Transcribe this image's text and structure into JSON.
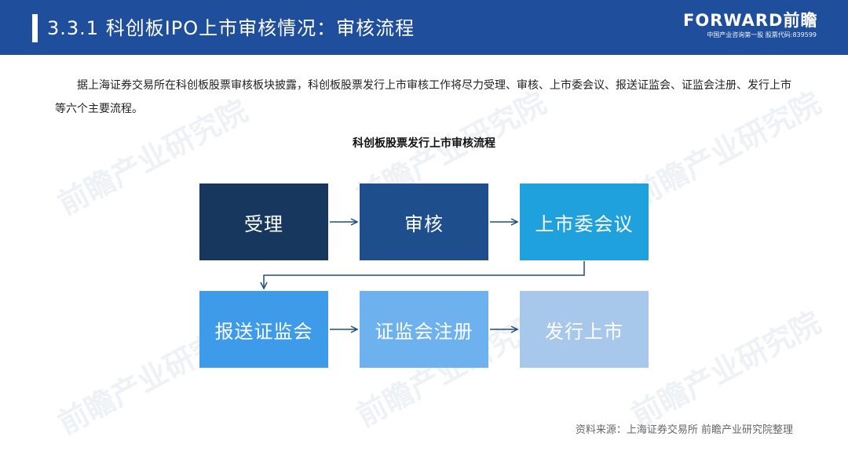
{
  "header": {
    "title": "3.3.1 科创板IPO上市审核情况：审核流程",
    "brand_name": "FORWARD前瞻",
    "brand_sub": "中国产业咨询第一股  股票代码:839599"
  },
  "intro": "据上海证券交易所在科创板股票审核板块披露，科创板股票发行上市审核工作将尽力受理、审核、上市委会议、报送证监会、证监会注册、发行上市等六个主要流程。",
  "diagram": {
    "title": "科创板股票发行上市审核流程",
    "steps": [
      {
        "label": "受理",
        "color": "#17375e"
      },
      {
        "label": "审核",
        "color": "#1f4e8c"
      },
      {
        "label": "上市委会议",
        "color": "#1ea1dc"
      },
      {
        "label": "报送证监会",
        "color": "#3d9be9"
      },
      {
        "label": "证监会注册",
        "color": "#6eb1ef"
      },
      {
        "label": "发行上市",
        "color": "#a7c8ea"
      }
    ],
    "arrow_color": "#1f4e79"
  },
  "watermark": "前瞻产业研究院",
  "source": "资料来源：上海证券交易所 前瞻产业研究院整理"
}
